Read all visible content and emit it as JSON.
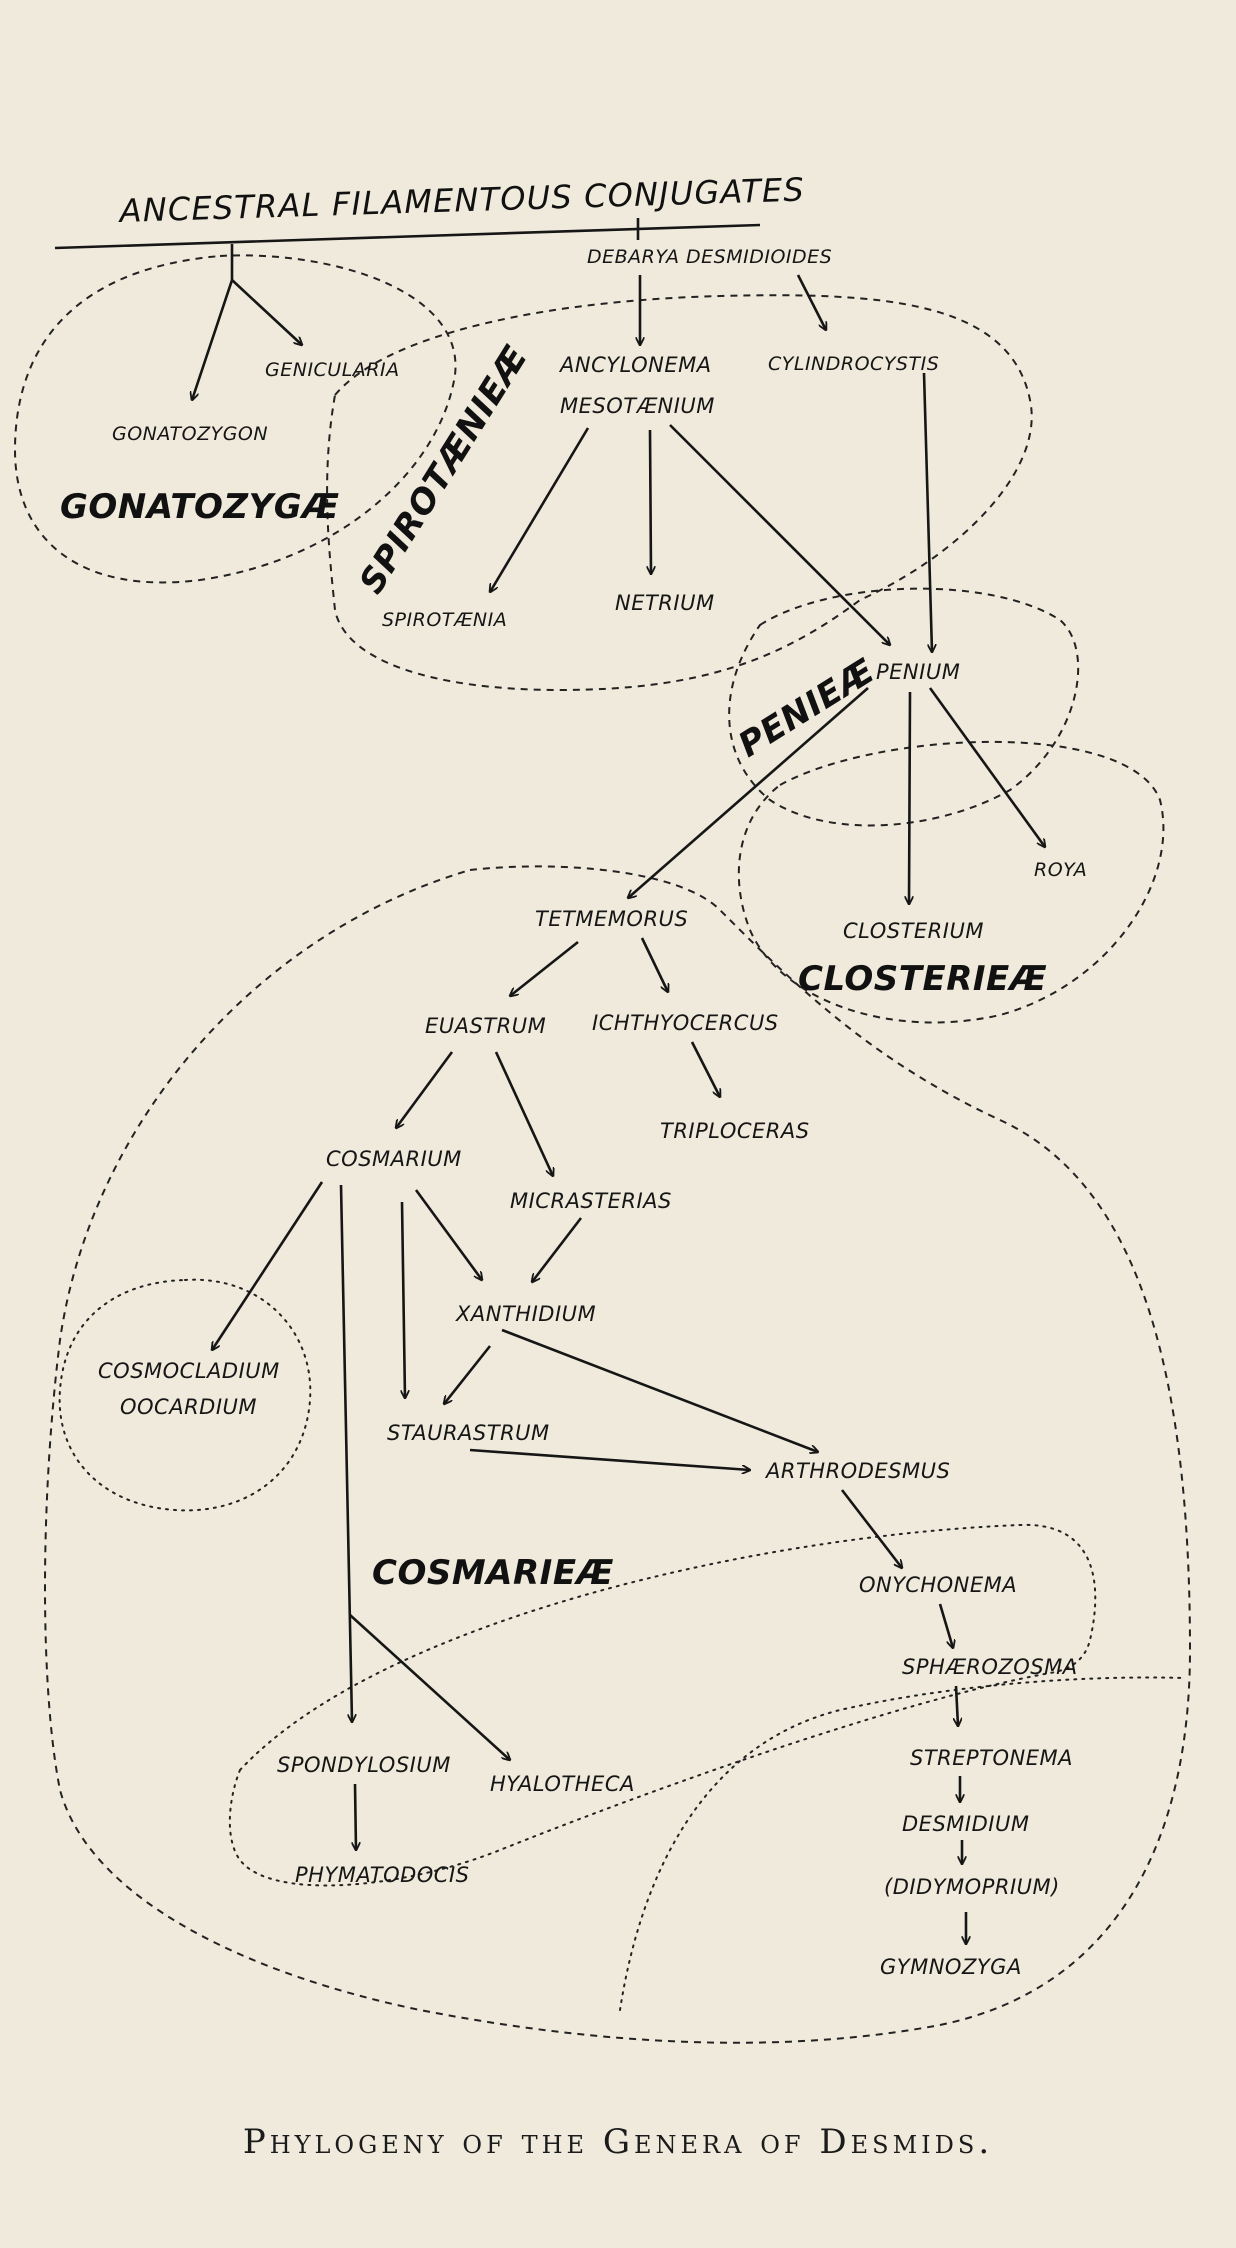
{
  "diagram": {
    "root": "ANCESTRAL FILAMENTOUS CONJUGATES",
    "groups": {
      "gonatozygae": "GONATOZYGÆ",
      "spirotaenieae": "SPIROTÆNIEÆ",
      "penieae": "PENIEÆ",
      "closterieae": "CLOSTERIEÆ",
      "cosmarieae": "COSMARIEÆ"
    },
    "nodes": {
      "debarya": "DEBARYA DESMIDIOIDES",
      "genicularia": "GENICULARIA",
      "gonatozygon": "GONATOZYGON",
      "ancylonema": "ANCYLONEMA",
      "mesotaenium": "MESOTÆNIUM",
      "cylindrocystis": "CYLINDROCYSTIS",
      "spirotaenia": "SPIROTÆNIA",
      "netrium": "NETRIUM",
      "penium": "PENIUM",
      "roya": "ROYA",
      "closterium": "CLOSTERIUM",
      "tetmemorus": "TETMEMORUS",
      "euastrum": "EUASTRUM",
      "ichthyocercus": "ICHTHYOCERCUS",
      "triploceras": "TRIPLOCERAS",
      "cosmarium": "COSMARIUM",
      "micrasterias": "MICRASTERIAS",
      "xanthidium": "XANTHIDIUM",
      "cosmocladium": "COSMOCLADIUM",
      "oocardium": "OOCARDIUM",
      "staurastrum": "STAURASTRUM",
      "arthrodesmus": "ARTHRODESMUS",
      "onychonema": "ONYCHONEMA",
      "sphaerozosma": "SPHÆROZOSMA",
      "streptonema": "STREPTONEMA",
      "desmidium": "DESMIDIUM",
      "didymoprium": "(DIDYMOPRIUM)",
      "gymnozyga": "GYMNOZYGA",
      "spondylosium": "SPONDYLOSIUM",
      "hyalotheca": "HYALOTHECA",
      "phymatodocis": "PHYMATODOCIS"
    },
    "edges": [
      [
        "root",
        "gonatozygon"
      ],
      [
        "root",
        "genicularia"
      ],
      [
        "root",
        "ancylonema"
      ],
      [
        "debarya",
        "cylindrocystis"
      ],
      [
        "mesotaenium",
        "spirotaenia"
      ],
      [
        "mesotaenium",
        "netrium"
      ],
      [
        "mesotaenium",
        "penium"
      ],
      [
        "cylindrocystis",
        "penium"
      ],
      [
        "penium",
        "tetmemorus"
      ],
      [
        "penium",
        "closterium"
      ],
      [
        "penium",
        "roya"
      ],
      [
        "tetmemorus",
        "euastrum"
      ],
      [
        "tetmemorus",
        "ichthyocercus"
      ],
      [
        "ichthyocercus",
        "triploceras"
      ],
      [
        "euastrum",
        "cosmarium"
      ],
      [
        "euastrum",
        "micrasterias"
      ],
      [
        "cosmarium",
        "cosmocladium"
      ],
      [
        "cosmarium",
        "staurastrum"
      ],
      [
        "cosmarium",
        "xanthidium"
      ],
      [
        "micrasterias",
        "xanthidium"
      ],
      [
        "xanthidium",
        "staurastrum"
      ],
      [
        "xanthidium",
        "arthrodesmus"
      ],
      [
        "staurastrum",
        "arthrodesmus"
      ],
      [
        "arthrodesmus",
        "onychonema"
      ],
      [
        "onychonema",
        "sphaerozosma"
      ],
      [
        "sphaerozosma",
        "streptonema"
      ],
      [
        "streptonema",
        "desmidium"
      ],
      [
        "desmidium",
        "didymoprium"
      ],
      [
        "didymoprium",
        "gymnozyga"
      ],
      [
        "cosmarium",
        "spondylosium"
      ],
      [
        "cosmarium",
        "hyalotheca"
      ],
      [
        "spondylosium",
        "phymatodocis"
      ]
    ]
  },
  "caption": "Phylogeny of the Genera of Desmids."
}
